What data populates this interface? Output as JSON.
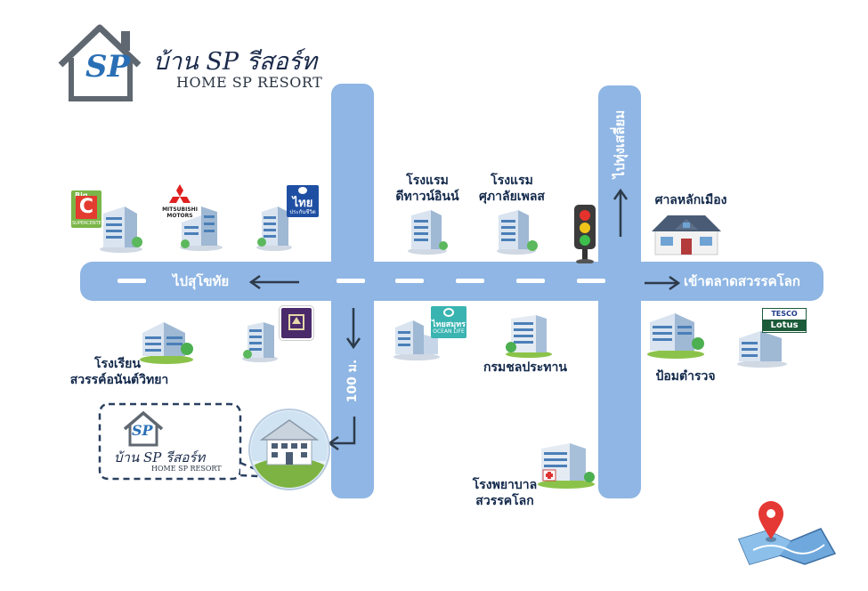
{
  "logo": {
    "mark": "SP",
    "thai_name": "บ้าน SP รีสอร์ท",
    "english_name": "HOME SP RESORT"
  },
  "roads": {
    "left_direction": "ไปสุโขทัย",
    "right_direction": "เข้าตลาดสวรรคโลก",
    "north_direction": "ไปทุ่งเสลี่ยม",
    "distance": "100 ม."
  },
  "places": {
    "hotel_1": [
      "โรงแรม",
      "ดีทาวน์อินน์"
    ],
    "hotel_2": [
      "โรงแรม",
      "ศุภาลัยเพลส"
    ],
    "city_pillar": "ศาลหลักเมือง",
    "school": [
      "โรงเรียน",
      "สวรรค์อนันต์วิทยา"
    ],
    "irrigation": "กรมชลประทาน",
    "police": "ป้อมตำรวจ",
    "hospital": [
      "โรงพยาบาล",
      "สวรรคโลก"
    ]
  },
  "brands": {
    "bigc_top": "Big",
    "bigc_letter": "C",
    "bigc_bottom": "SUPERCENTER",
    "mitsubishi_1": "MITSUBISHI",
    "mitsubishi_2": "MOTORS",
    "thai_life_1": "ไทย",
    "thai_life_2": "ประกันชีวิต",
    "ocean_1": "ไทยสมุทร",
    "ocean_2": "OCEAN LIFE",
    "tesco": "TESCO",
    "lotus": "Lotus"
  },
  "callout": {
    "mark": "SP",
    "thai_name": "บ้าน SP รีสอร์ท",
    "english_name": "HOME SP RESORT"
  },
  "colors": {
    "road": "#8fb6e4",
    "label": "#13294b",
    "logo_blue": "#2a6fb5"
  }
}
